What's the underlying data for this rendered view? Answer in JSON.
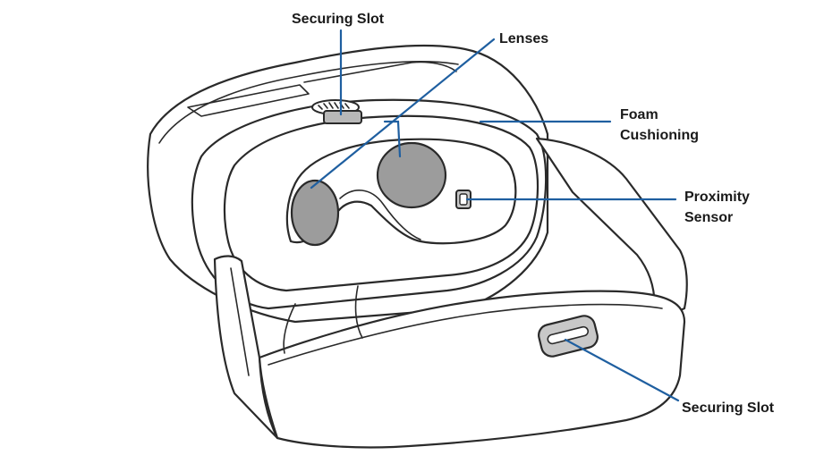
{
  "labels": {
    "securing_slot_top": "Securing Slot",
    "lenses": "Lenses",
    "foam_line1": "Foam",
    "foam_line2": "Cushioning",
    "proximity_line1": "Proximity",
    "proximity_line2": "Sensor",
    "securing_slot_bottom": "Securing Slot"
  },
  "colors": {
    "leader": "#1f5fa0",
    "outline": "#2a2a2a",
    "lens": "#9c9c9c",
    "background": "#ffffff"
  },
  "icons": {
    "headset": "vr-headset-illustration"
  }
}
